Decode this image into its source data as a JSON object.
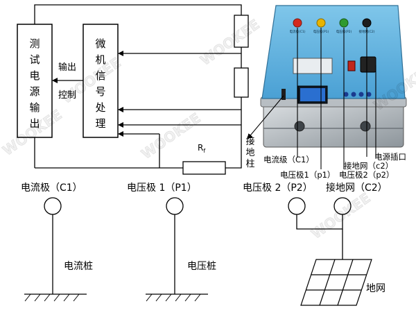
{
  "blocks": {
    "test_output": [
      "测",
      "试",
      "电",
      "源",
      "输",
      "出"
    ],
    "micro": [
      "微",
      "机",
      "信",
      "号",
      "处",
      "理"
    ],
    "output_label": "输出",
    "control_label": "控制",
    "rf_label": "R",
    "rf_sub": "f",
    "ground_post": [
      "接",
      "地",
      "柱"
    ]
  },
  "device_callouts": {
    "current_pole": "电流级（C1）",
    "voltage_pole_1": "电压极1（p1）",
    "voltage_pole_2": "电压极2（p2）",
    "ground_net": "接地网（c2）",
    "power_socket": "电源插口"
  },
  "device_panel": {
    "terminals": [
      "电流极(C1)",
      "电压极(P1)",
      "电压极(P2)",
      "接地网(C2)"
    ],
    "terminal_colors": [
      "#d42a1e",
      "#e8b400",
      "#2f9a2f",
      "#1d1d1d"
    ]
  },
  "electrodes": {
    "c1": "电流极（C1）",
    "p1": "电压极 1（P1）",
    "p2": "电压极 2（P2）",
    "c2": "接地网（C2）"
  },
  "ground_labels": {
    "current_stake": "电流桩",
    "voltage_stake": "电压桩",
    "grid": "地网"
  },
  "watermark": "WOOKEE"
}
